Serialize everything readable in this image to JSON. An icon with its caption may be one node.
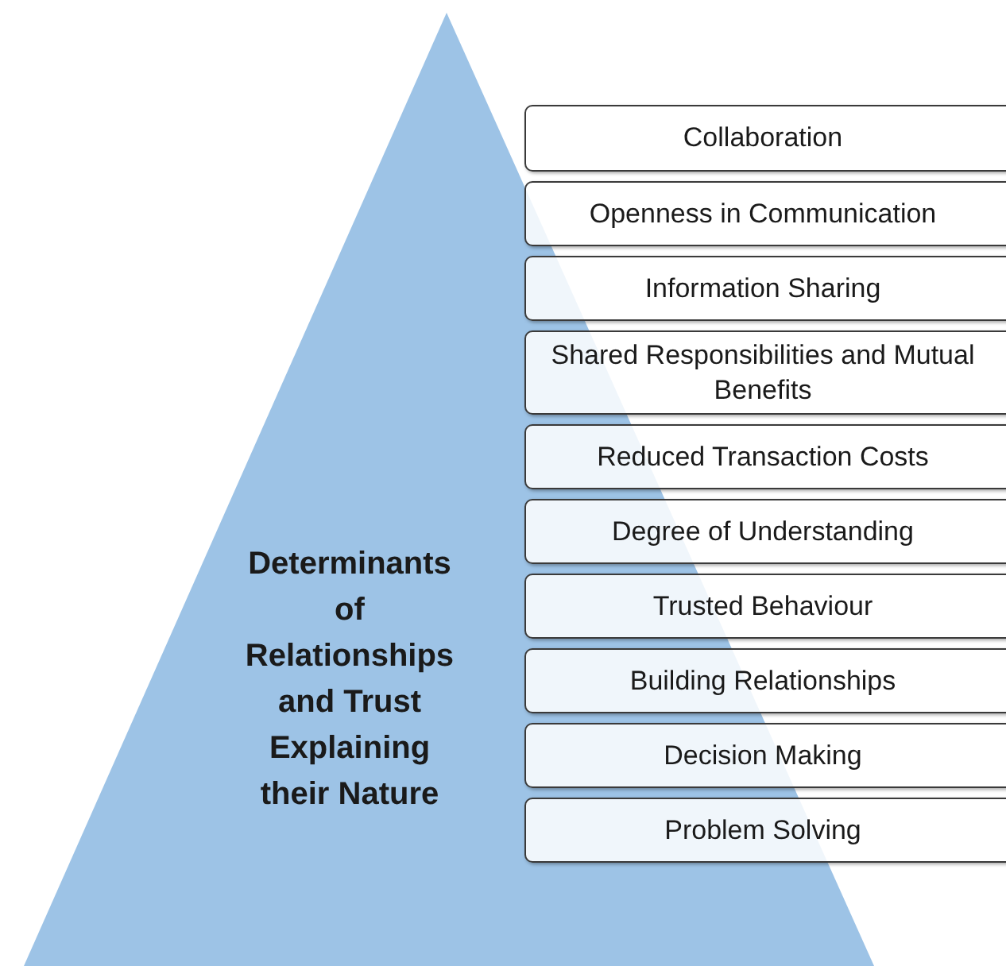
{
  "diagram": {
    "nodes": [
      {
        "text": [
          "Determinants of Relationships and Trust Explaining their Nature"
        ]
      },
      {
        "text": [
          "Collaboration"
        ]
      },
      {
        "text": [
          "Openness in Communication"
        ]
      },
      {
        "text": [
          "Information Sharing"
        ]
      },
      {
        "text": [
          "Shared Responsibilities and Mutual Benefits"
        ]
      },
      {
        "text": [
          "Reduced Transaction Costs"
        ]
      },
      {
        "text": [
          "Degree of Understanding"
        ]
      },
      {
        "text": [
          "Trusted Behaviour"
        ]
      },
      {
        "text": [
          "Building Relationships"
        ]
      },
      {
        "text": [
          "Decision Making"
        ]
      },
      {
        "text": [
          "Problem Solving"
        ]
      }
    ]
  }
}
